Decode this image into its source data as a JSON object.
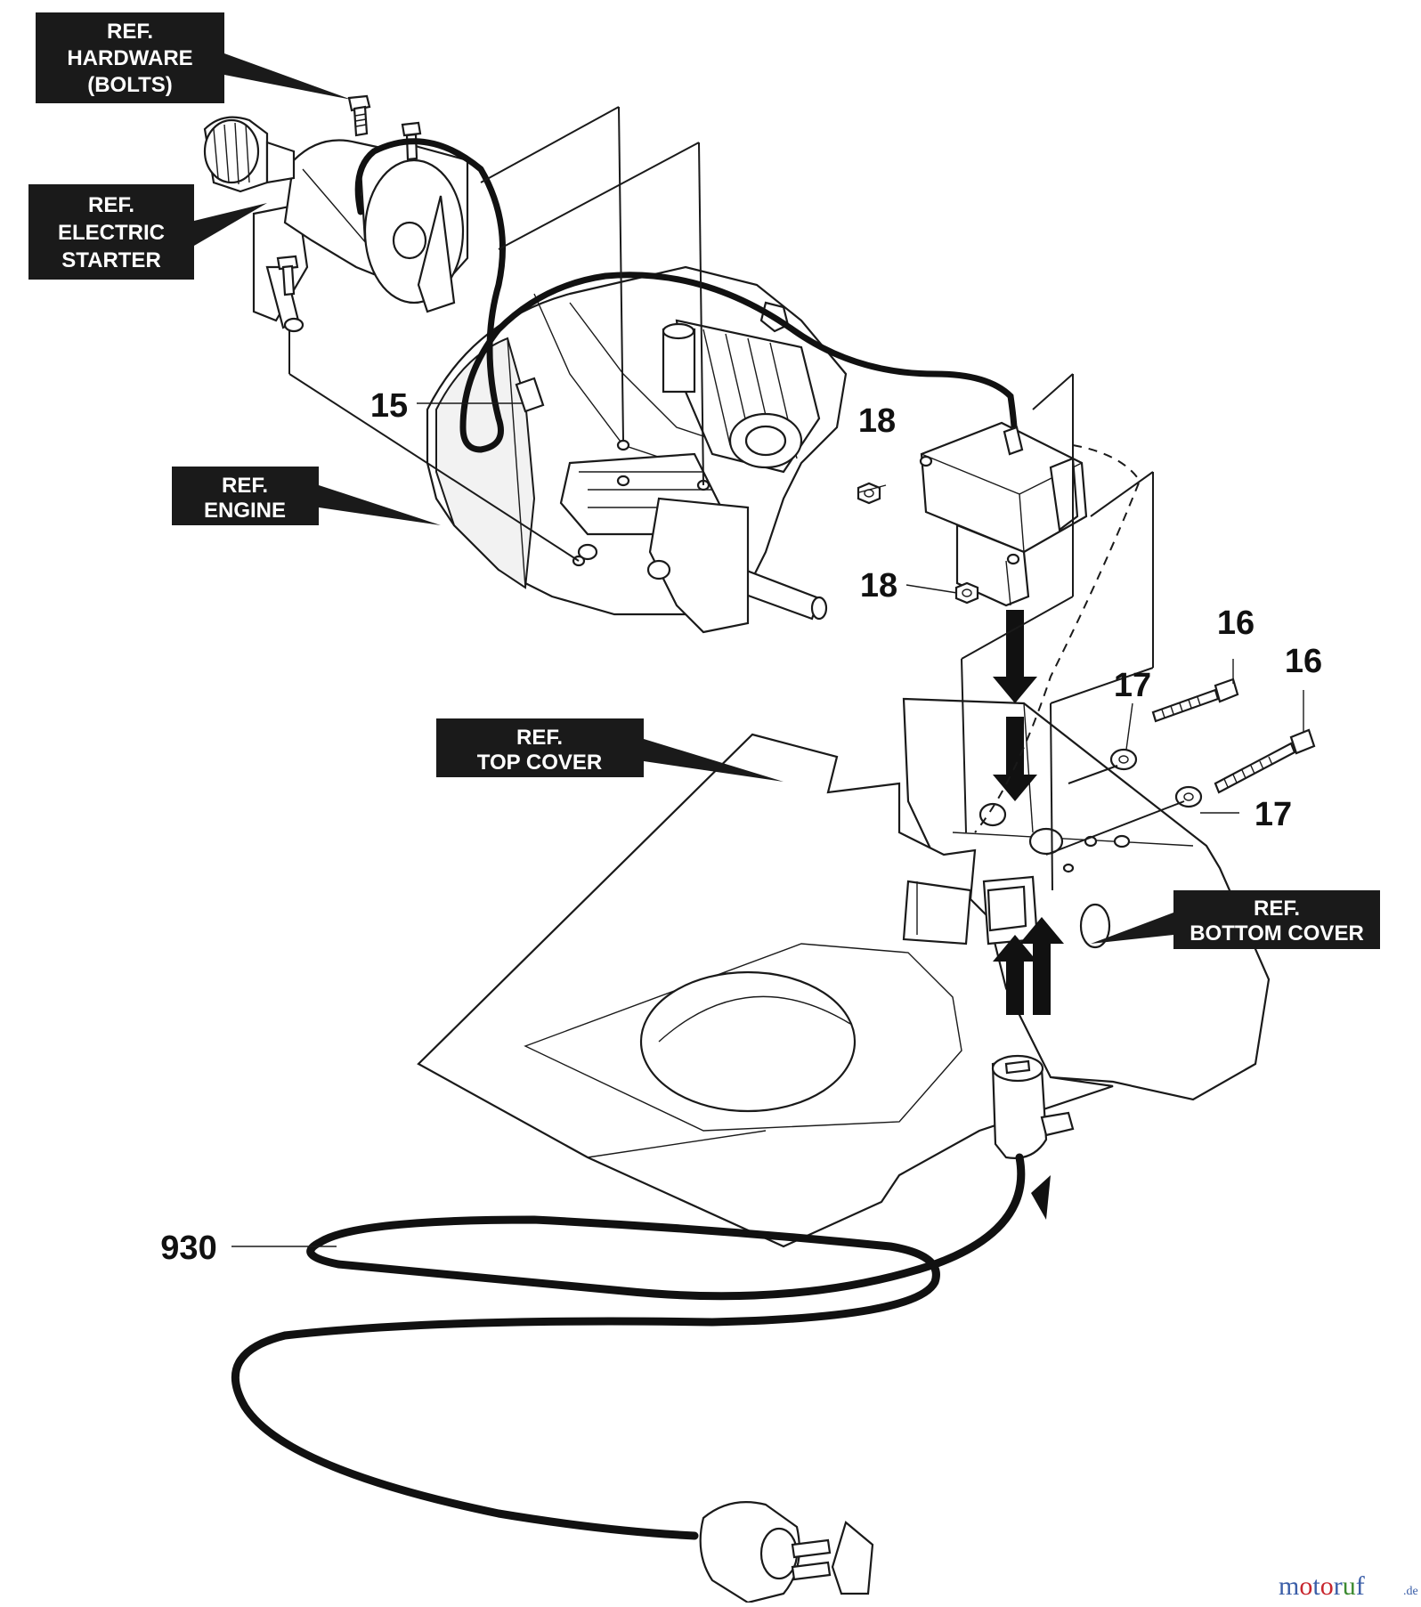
{
  "ref_labels": {
    "hardware": [
      "REF.",
      "HARDWARE",
      "(BOLTS)"
    ],
    "electric_starter": [
      "REF.",
      "ELECTRIC",
      "STARTER"
    ],
    "engine": [
      "REF.",
      "ENGINE"
    ],
    "top_cover": [
      "REF.",
      "TOP COVER"
    ],
    "bottom_cover": [
      "REF.",
      "BOTTOM COVER"
    ]
  },
  "part_numbers": {
    "p15": "15",
    "p18_top": "18",
    "p18_bottom": "18",
    "p16_left": "16",
    "p16_right": "16",
    "p17_top": "17",
    "p17_bottom": "17",
    "p930": "930"
  },
  "watermark": {
    "m1": "m",
    "o1": "o",
    "t": "t",
    "o2": "o",
    "r": "r",
    "u": "u",
    "f": "f",
    "suffix": ".de"
  },
  "colors": {
    "label_bg": "#1a1a1a",
    "label_text": "#ffffff",
    "watermark_blue": "#3b5ea8",
    "watermark_red": "#c8262e",
    "watermark_green": "#3b8a2f"
  }
}
